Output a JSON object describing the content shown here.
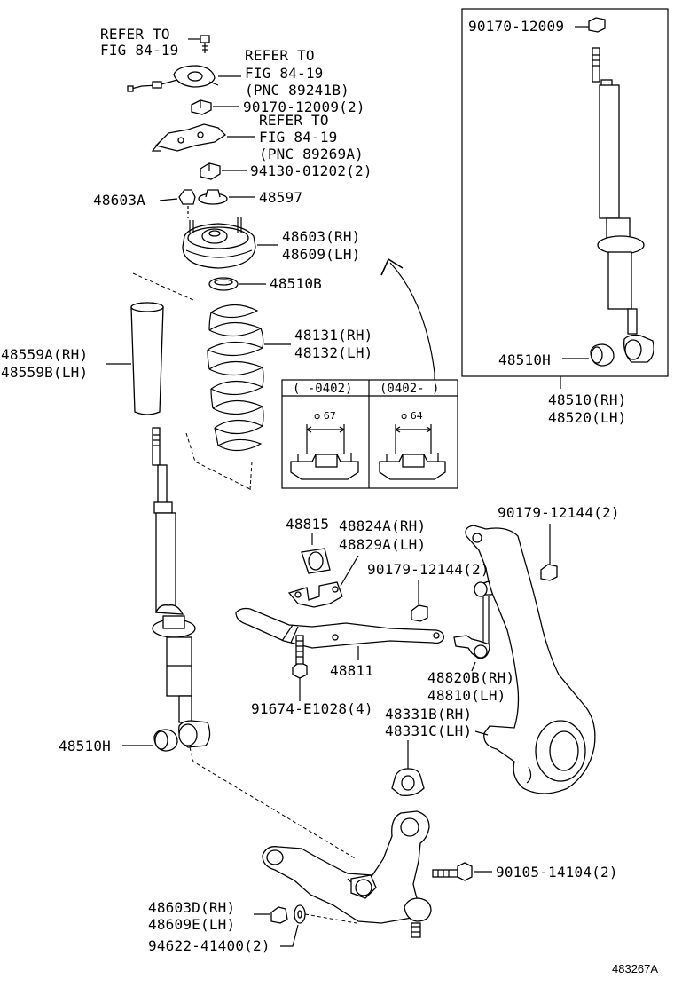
{
  "labels": {
    "refer_top_1": "REFER TO",
    "refer_top_2": "FIG 84-19",
    "refer_b_1": "REFER TO",
    "refer_b_2": "FIG 84-19",
    "refer_b_3": "(PNC 89241B)",
    "p90170_left": "90170-12009(2)",
    "refer_c_1": "REFER TO",
    "refer_c_2": "FIG 84-19",
    "refer_c_3": "(PNC 89269A)",
    "p94130": "94130-01202(2)",
    "p48603A": "48603A",
    "p48597": "48597",
    "p48603_rh": "48603(RH)",
    "p48609_lh": "48609(LH)",
    "p48510B": "48510B",
    "p48131_rh": "48131(RH)",
    "p48132_lh": "48132(LH)",
    "p48559A_rh": "48559A(RH)",
    "p48559B_lh": "48559B(LH)",
    "inset_left": "(   -0402)",
    "inset_right": "(0402-   )",
    "phi67": "φ 67",
    "phi64": "φ 64",
    "p90170_box": "90170-12009",
    "p48510H_box": "48510H",
    "p48510_rh": "48510(RH)",
    "p48520_lh": "48520(LH)",
    "p90179_right": "90179-12144(2)",
    "p48815": "48815",
    "p48824A_rh": "48824A(RH)",
    "p48829A_lh": "48829A(LH)",
    "p90179_mid": "90179-12144(2)",
    "p48811": "48811",
    "p48820B_rh": "48820B(RH)",
    "p48810_lh": "48810(LH)",
    "p91674": "91674-E1028(4)",
    "p48331B_rh": "48331B(RH)",
    "p48331C_lh": "48331C(LH)",
    "p48510H_left": "48510H",
    "p90105": "90105-14104(2)",
    "p48603D_rh": "48603D(RH)",
    "p48609E_lh": "48609E(LH)",
    "p94622": "94622-41400(2)",
    "figure_code": "483267A"
  }
}
